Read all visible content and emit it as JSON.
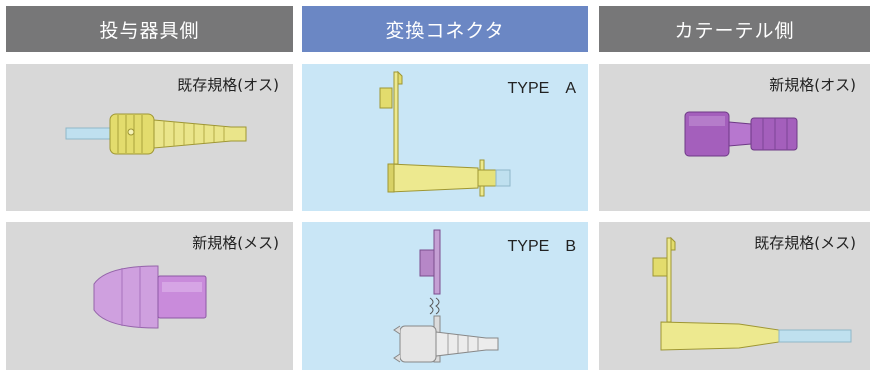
{
  "headers": {
    "left": "投与器具側",
    "middle": "変換コネクタ",
    "right": "カテーテル側"
  },
  "cards": {
    "r1c1_label": "既存規格(オス)",
    "r1c2_label": "TYPE　A",
    "r1c3_label": "新規格(オス)",
    "r2c1_label": "新規格(メス)",
    "r2c2_label": "TYPE　B",
    "r2c3_label": "既存規格(メス)"
  },
  "colors": {
    "header_gray": "#777778",
    "header_blue": "#6b87c4",
    "card_gray": "#d8d8d8",
    "card_blue": "#c9e6f6",
    "connector_yellow": "#e6e27a",
    "connector_purple": "#b06fc4",
    "tube_blue": "#bfe0ef"
  }
}
